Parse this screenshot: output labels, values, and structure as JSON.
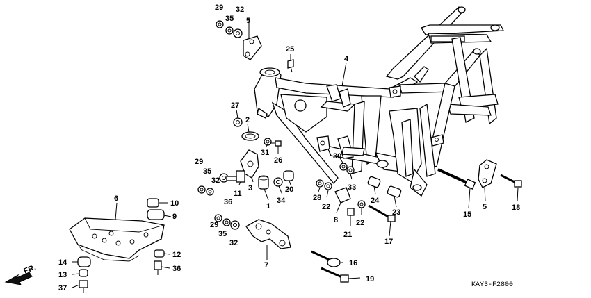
{
  "diagram_code": "KAY3-F2800",
  "direction_label": "FR.",
  "callouts": [
    {
      "id": "c29a",
      "text": "29"
    },
    {
      "id": "c35a",
      "text": "35"
    },
    {
      "id": "c32a",
      "text": "32"
    },
    {
      "id": "c5a",
      "text": "5"
    },
    {
      "id": "c25",
      "text": "25"
    },
    {
      "id": "c4",
      "text": "4"
    },
    {
      "id": "c27",
      "text": "27"
    },
    {
      "id": "c2",
      "text": "2"
    },
    {
      "id": "c31",
      "text": "31"
    },
    {
      "id": "c26",
      "text": "26"
    },
    {
      "id": "c30",
      "text": "30"
    },
    {
      "id": "c29b",
      "text": "29"
    },
    {
      "id": "c35b",
      "text": "35"
    },
    {
      "id": "c32b",
      "text": "32"
    },
    {
      "id": "c36a",
      "text": "36"
    },
    {
      "id": "c11",
      "text": "11"
    },
    {
      "id": "c3",
      "text": "3"
    },
    {
      "id": "c1",
      "text": "1"
    },
    {
      "id": "c34",
      "text": "34"
    },
    {
      "id": "c20",
      "text": "20"
    },
    {
      "id": "c28",
      "text": "28"
    },
    {
      "id": "c22a",
      "text": "22"
    },
    {
      "id": "c33",
      "text": "33"
    },
    {
      "id": "c24",
      "text": "24"
    },
    {
      "id": "c23",
      "text": "23"
    },
    {
      "id": "c8",
      "text": "8"
    },
    {
      "id": "c22b",
      "text": "22"
    },
    {
      "id": "c21",
      "text": "21"
    },
    {
      "id": "c17",
      "text": "17"
    },
    {
      "id": "c15",
      "text": "15"
    },
    {
      "id": "c5b",
      "text": "5"
    },
    {
      "id": "c18",
      "text": "18"
    },
    {
      "id": "c6",
      "text": "6"
    },
    {
      "id": "c10",
      "text": "10"
    },
    {
      "id": "c9",
      "text": "9"
    },
    {
      "id": "c29c",
      "text": "29"
    },
    {
      "id": "c35c",
      "text": "35"
    },
    {
      "id": "c32c",
      "text": "32"
    },
    {
      "id": "c7",
      "text": "7"
    },
    {
      "id": "c12",
      "text": "12"
    },
    {
      "id": "c36b",
      "text": "36"
    },
    {
      "id": "c14",
      "text": "14"
    },
    {
      "id": "c13",
      "text": "13"
    },
    {
      "id": "c37",
      "text": "37"
    },
    {
      "id": "c16",
      "text": "16"
    },
    {
      "id": "c19",
      "text": "19"
    }
  ]
}
